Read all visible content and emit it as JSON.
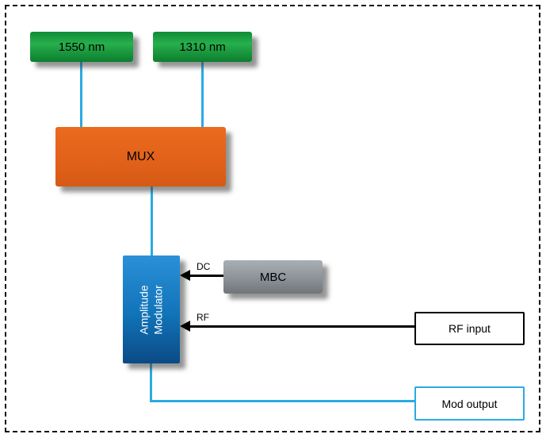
{
  "diagram": {
    "sources": [
      {
        "label": "1550 nm"
      },
      {
        "label": "1310 nm"
      }
    ],
    "mux": {
      "label": "MUX"
    },
    "modulator": {
      "label": "Amplitude Modulator"
    },
    "mbc": {
      "label": "MBC"
    },
    "rf_input": {
      "label": "RF input"
    },
    "mod_output": {
      "label": "Mod output"
    },
    "signals": {
      "dc": "DC",
      "rf": "RF"
    }
  },
  "colors": {
    "fiber_cyan": "#29abe2",
    "laser_green": "#1d9c41",
    "mux_orange": "#e2621b",
    "modulator_blue": "#1173b8",
    "mbc_gray": "#8f959b",
    "arrow_black": "#000000",
    "mod_output_border": "#29abe2",
    "frame_dash": "#111111"
  }
}
